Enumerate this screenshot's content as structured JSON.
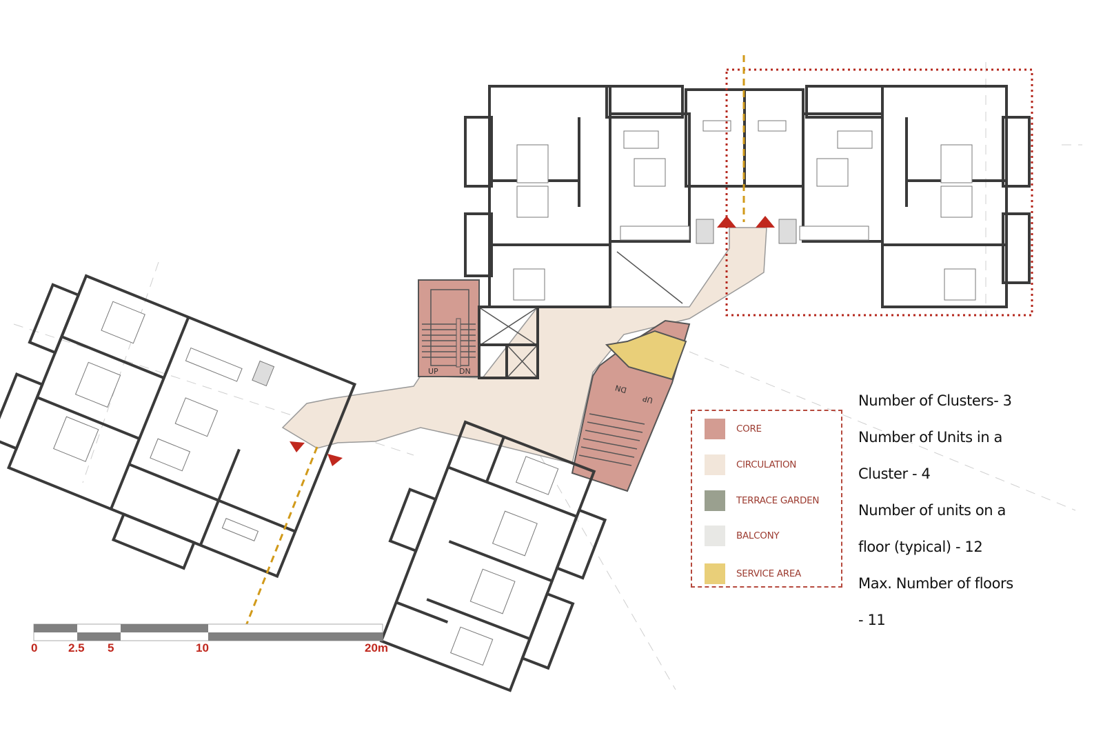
{
  "colors": {
    "core": "#d39c92",
    "circulation": "#f2e6da",
    "terrace_garden": "#9aa08f",
    "balcony": "#e8e8e5",
    "service_area": "#e9cf79",
    "legend_text": "#9c3b30",
    "scale_text": "#c0281e",
    "cluster_outline": "#b5281e",
    "axis_line": "#d19a1a"
  },
  "stairs": {
    "left": {
      "up": "UP",
      "down": "DN"
    },
    "right": {
      "up": "UP",
      "down": "DN"
    }
  },
  "legend": {
    "items": [
      {
        "label": "CORE",
        "color": "#d39c92"
      },
      {
        "label": "CIRCULATION",
        "color": "#f2e6da"
      },
      {
        "label": "TERRACE GARDEN",
        "color": "#9aa08f"
      },
      {
        "label": "BALCONY",
        "color": "#e8e8e5"
      },
      {
        "label": "SERVICE AREA",
        "color": "#e9cf79"
      }
    ]
  },
  "stats": {
    "lines": [
      "Number of Clusters- 3",
      "Number of Units in a",
      "Cluster - 4",
      "Number of units on a",
      "floor (typical) - 12",
      "Max. Number of floors",
      "- 11"
    ]
  },
  "scale_bar": {
    "labels": [
      "0",
      "2.5",
      "5",
      "10",
      "20m"
    ]
  }
}
